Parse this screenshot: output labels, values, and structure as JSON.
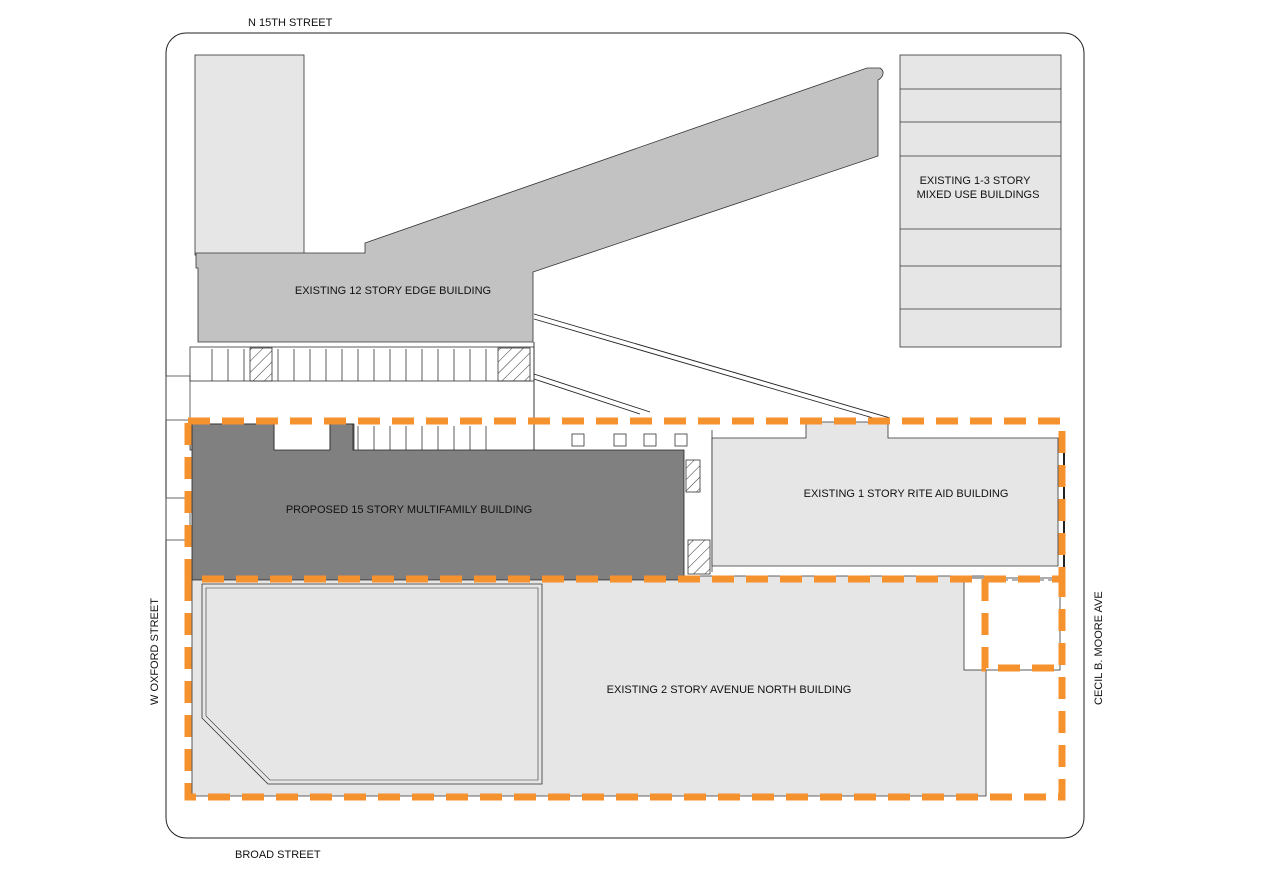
{
  "streets": {
    "north": "N 15TH STREET",
    "south": "BROAD STREET",
    "west": "W OXFORD STREET",
    "east": "CECIL B. MOORE AVE"
  },
  "buildings": {
    "edge": "EXISTING 12 STORY EDGE BUILDING",
    "mixed_use_line1": "EXISTING 1-3 STORY",
    "mixed_use_line2": "MIXED USE BUILDINGS",
    "proposed": "PROPOSED 15 STORY MULTIFAMILY BUILDING",
    "rite_aid": "EXISTING 1 STORY RITE AID BUILDING",
    "avenue_north": "EXISTING 2 STORY AVENUE NORTH BUILDING"
  },
  "colors": {
    "proposed_fill": "#808080",
    "edge_fill": "#c2c2c2",
    "existing_fill": "#e6e6e6",
    "boundary_dash": "#f5922e"
  }
}
